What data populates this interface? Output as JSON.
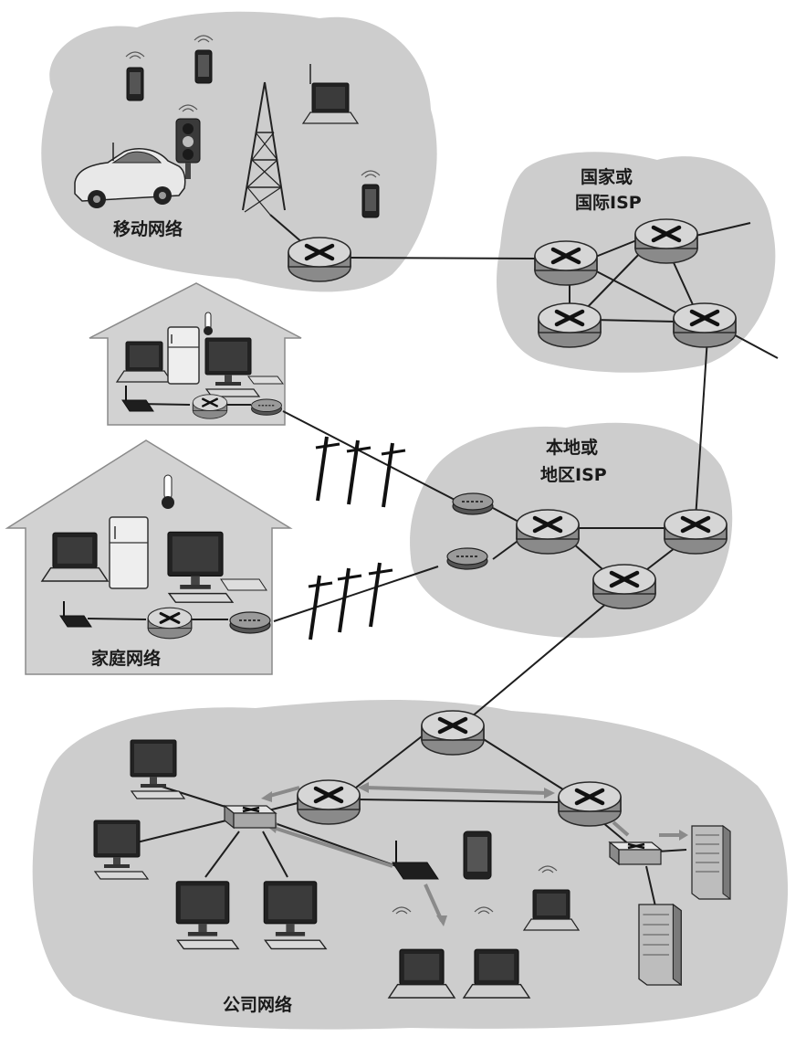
{
  "labels": {
    "mobile_network": "移动网络",
    "national_isp_line1": "国家或",
    "national_isp_line2": "国际ISP",
    "local_isp_line1": "本地或",
    "local_isp_line2": "地区ISP",
    "home_network": "家庭网络",
    "enterprise_network": "公司网络"
  },
  "icons": [
    "router-icon",
    "link-layer-switch-icon",
    "cell-tower-icon",
    "smartphone-icon",
    "tablet-icon",
    "laptop-icon",
    "desktop-monitor-icon",
    "server-icon",
    "car-icon",
    "traffic-light-icon",
    "refrigerator-icon",
    "thermometer-icon",
    "modem-icon",
    "wireless-access-point-icon",
    "telephone-pole-icon",
    "wifi-signal-icon"
  ],
  "colors": {
    "cloud": "#cdcdcd",
    "router_top": "#d6d6d6",
    "router_side": "#8a8a8a",
    "link": "#1e1e1e",
    "traffic_arrow": "#8a8a8a"
  }
}
